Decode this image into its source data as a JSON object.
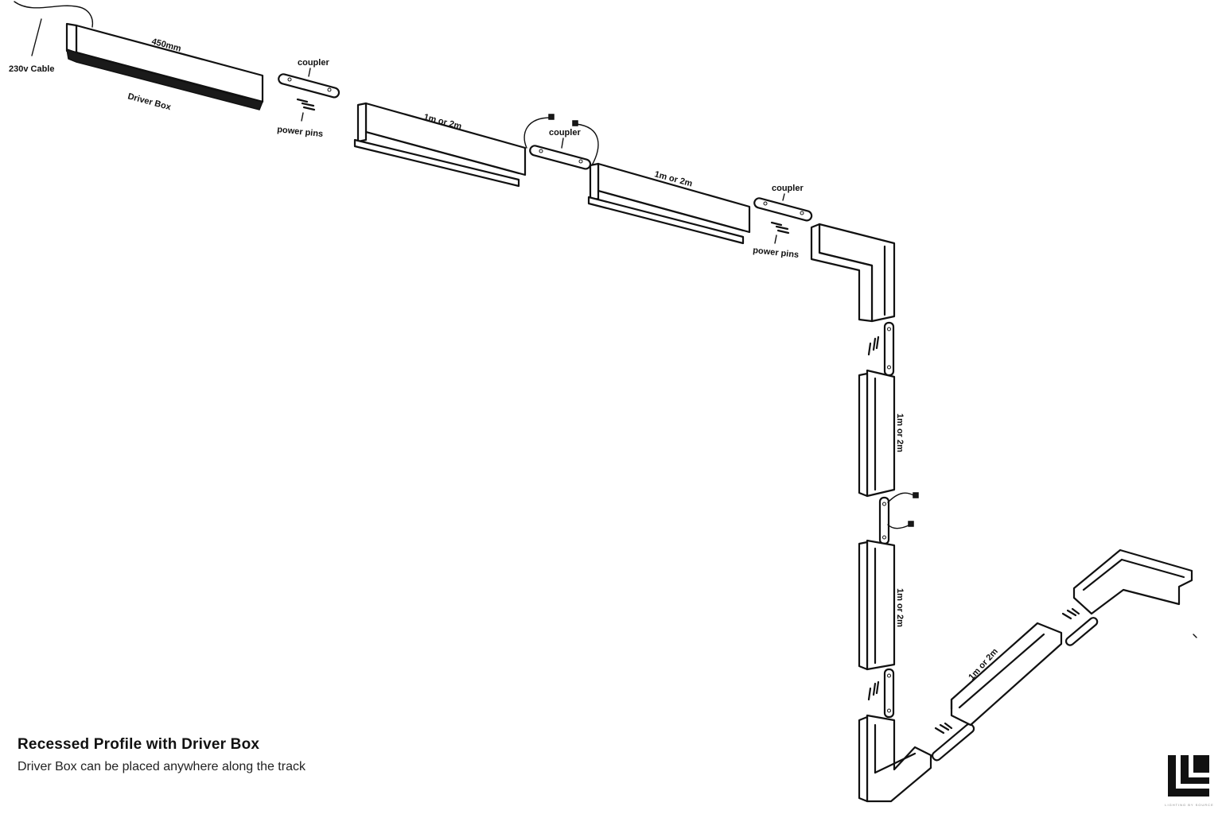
{
  "title": "Recessed Profile with Driver Box",
  "subtitle": "Driver Box can be placed anywhere along the track",
  "labels": {
    "cable": "230v Cable",
    "driver_length": "450mm",
    "driver_box": "Driver Box",
    "coupler": "coupler",
    "power_pins": "power pins",
    "profile_length": "1m or 2m"
  },
  "logo": {
    "tagline": "LIGHTING BY SOURCE"
  }
}
